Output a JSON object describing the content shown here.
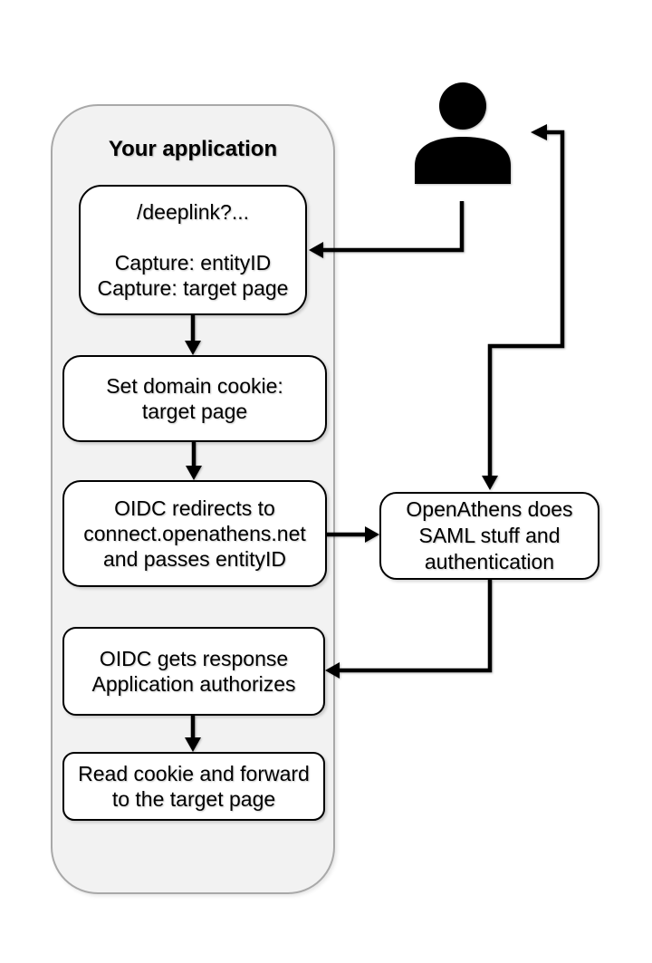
{
  "diagram": {
    "title": "Your application",
    "nodes": {
      "deeplink": {
        "lines": [
          "/deeplink?...",
          "",
          "Capture: entityID",
          "Capture: target page"
        ]
      },
      "set_cookie": {
        "lines": [
          "Set domain cookie:",
          "target page"
        ]
      },
      "oidc_redirect": {
        "lines": [
          "OIDC redirects to",
          "connect.openathens.net",
          "and passes entityID"
        ]
      },
      "openathens": {
        "lines": [
          "OpenAthens does",
          "SAML stuff and",
          "authentication"
        ]
      },
      "oidc_response": {
        "lines": [
          "OIDC gets response",
          "Application authorizes"
        ]
      },
      "read_cookie": {
        "lines": [
          "Read cookie and forward",
          "to the target page"
        ]
      }
    },
    "icons": {
      "user": "user-silhouette"
    },
    "colors": {
      "container_fill": "#f2f2f2",
      "container_border": "#a9a9a9",
      "node_fill": "#ffffff",
      "node_border": "#000000",
      "arrow": "#000000",
      "icon": "#000000"
    }
  }
}
